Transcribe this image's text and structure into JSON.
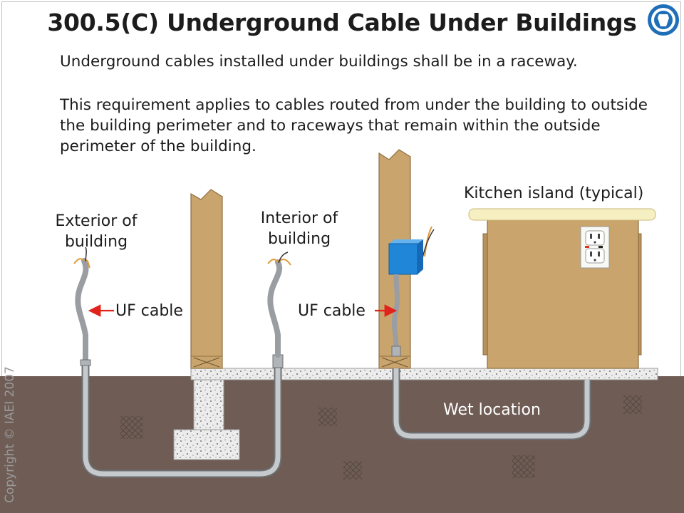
{
  "title": "300.5(C) Underground Cable Under Buildings",
  "text": {
    "line1": "Underground cables installed under buildings shall be in a raceway.",
    "para2": "This requirement applies to cables routed from under the building to outside the building perimeter and to raceways that remain within the outside perimeter of the building."
  },
  "labels": {
    "exterior": "Exterior of building",
    "interior": "Interior of building",
    "uf_cable_left": "UF cable",
    "uf_cable_right": "UF cable",
    "kitchen_island": "Kitchen island (typical)",
    "wet_location": "Wet location"
  },
  "copyright": "Copyright © IAEI 2007",
  "colors": {
    "soil": "#6e5c55",
    "wood": "#c9a46c",
    "concrete": "#ececec",
    "conduit": "#a9adb0",
    "junction_box": "#1f86d8",
    "countertop": "#f6efc2",
    "arrow": "#e0231b"
  },
  "icons": {
    "logo": "iaei-seal-icon"
  }
}
